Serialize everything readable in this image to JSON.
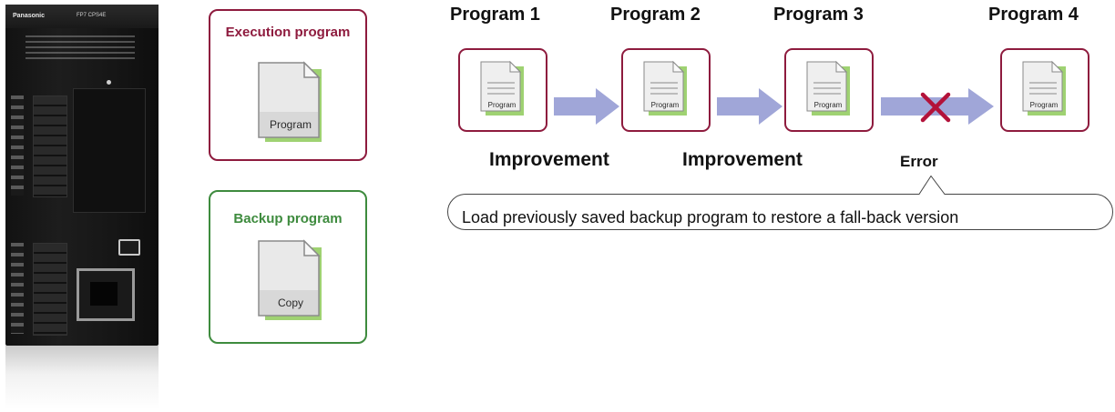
{
  "plc": {
    "brand": "Panasonic",
    "model": "FP7   CPS4E"
  },
  "execution_box": {
    "title": "Execution program",
    "doc_label": "Program",
    "border_color": "#8e1b3e"
  },
  "backup_box": {
    "title": "Backup program",
    "doc_label": "Copy",
    "border_color": "#3e8b3e"
  },
  "flow": {
    "programs": [
      {
        "label": "Program 1",
        "doc_label": "Program"
      },
      {
        "label": "Program 2",
        "doc_label": "Program"
      },
      {
        "label": "Program 3",
        "doc_label": "Program"
      },
      {
        "label": "Program 4",
        "doc_label": "Program"
      }
    ],
    "transitions": [
      {
        "label": "Improvement"
      },
      {
        "label": "Improvement"
      },
      {
        "label": "Error"
      }
    ],
    "callout": "Load previously saved backup program to restore a fall-back version"
  },
  "colors": {
    "execution": "#8e1b3e",
    "backup": "#3e8b3e",
    "arrow": "#a0a6d8",
    "error_cross": "#b3123a",
    "doc_shadow": "#9fd272"
  }
}
